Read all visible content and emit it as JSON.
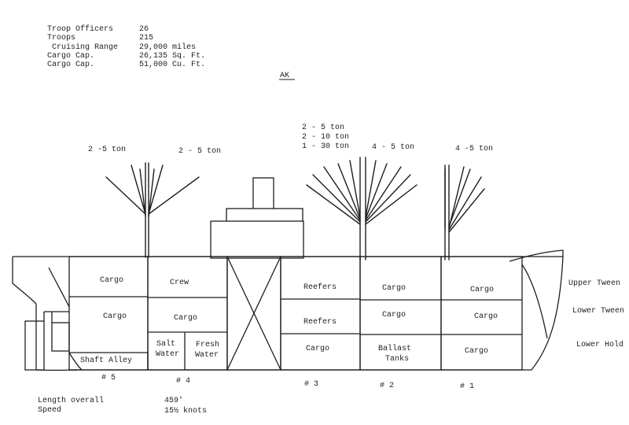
{
  "specs": [
    {
      "label": "Troop Officers",
      "value": "26"
    },
    {
      "label": "Troops",
      "value": "215"
    },
    {
      "label": " Cruising Range",
      "value": "29,000 miles"
    },
    {
      "label": "Cargo Cap.",
      "value": "26,135 Sq. Ft."
    },
    {
      "label": "Cargo Cap.",
      "value": "51,000 Cu. Ft."
    }
  ],
  "designation": "AK",
  "booms": {
    "hold5": "2 -5 ton",
    "hold4": "2 - 5 ton",
    "hold3": [
      "2 - 5 ton",
      "2 - 10 ton",
      "1 - 30 ton"
    ],
    "hold2": "4 - 5 ton",
    "hold1": "4 -5 ton"
  },
  "compartments": {
    "hold5_upper": "Cargo",
    "hold5_lower": "Cargo",
    "shaft_alley": "Shaft Alley",
    "hold4_upper": "Crew",
    "hold4_middle": "Cargo",
    "salt_water": [
      "Salt",
      "Water"
    ],
    "fresh_water": [
      "Fresh",
      "Water"
    ],
    "hold3_upper": "Reefers",
    "hold3_middle": "Reefers",
    "hold3_lower": "Cargo",
    "hold2_upper": "Cargo",
    "hold2_middle": "Cargo",
    "ballast": [
      "Ballast",
      "Tanks"
    ],
    "hold1_upper": "Cargo",
    "hold1_middle": "Cargo",
    "hold1_lower": "Cargo"
  },
  "levels": {
    "upper": "Upper Tween",
    "lower": "Lower Tween",
    "hold": "Lower Hold"
  },
  "hold_numbers": {
    "n5": "# 5",
    "n4": "# 4",
    "n3": "# 3",
    "n2": "# 2",
    "n1": "# 1"
  },
  "footer": [
    {
      "label": "Length overall",
      "value": "459'"
    },
    {
      "label": "Speed",
      "value": "15½ knots"
    }
  ]
}
